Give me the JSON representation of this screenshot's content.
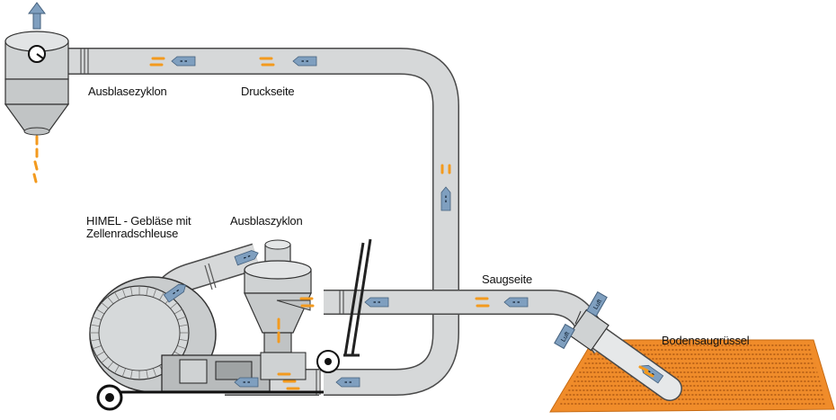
{
  "labels": {
    "top_cyclone": "Ausblasezyklon",
    "pressure_side": "Druckseite",
    "blower_line1": "HIMEL - Gebläse mit",
    "blower_line2": "Zellenradschleuse",
    "middle_cyclone": "Ausblaszyklon",
    "suction_side": "Saugseite",
    "floor_nozzle": "Bodensaugrüssel"
  },
  "nozzle_air_tags": [
    "Luft",
    "Luft"
  ],
  "icons": {
    "flow_arrow": "blue-arrow-icon",
    "grain_dash": "orange-dash-icon",
    "exhaust_arrow": "up-arrow-icon"
  },
  "colors": {
    "pipe_fill": "#d6d8d9",
    "pipe_stroke": "#4a4a4a",
    "flow_arrow": "#7f9fbf",
    "grain": "#f39a1e",
    "grain_pile": "#f08c2a"
  }
}
